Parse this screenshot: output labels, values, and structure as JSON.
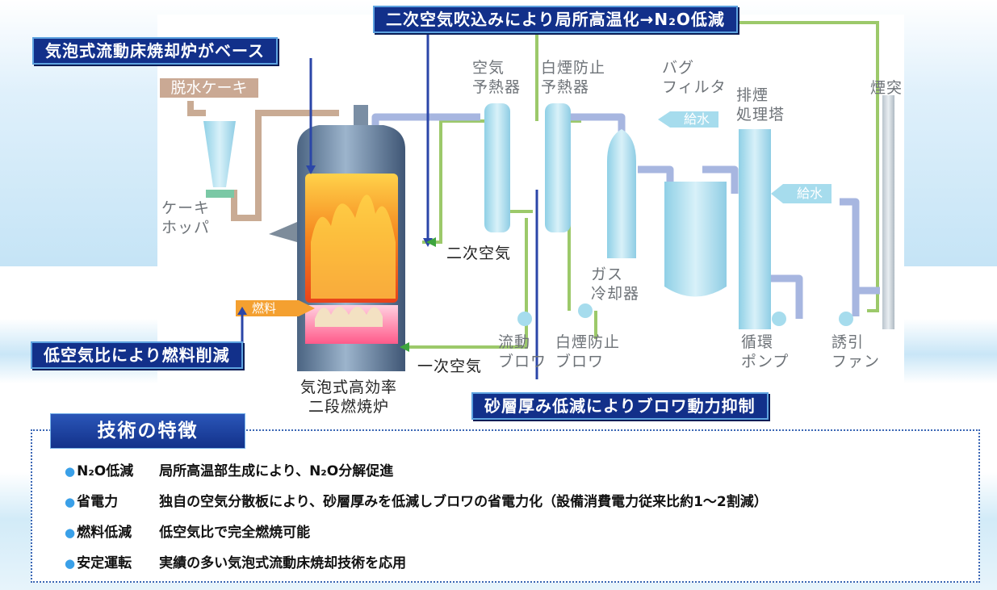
{
  "banners": {
    "secondary_air_blowing": "二次空気吹込みにより局所高温化→N₂O低減",
    "base_furnace": "気泡式流動床焼却炉がベース",
    "low_air_ratio": "低空気比により燃料削減",
    "sand_layer": "砂層厚み低減によりブロワ動力抑制"
  },
  "equipment": {
    "dewatered_cake": "脱水ケーキ",
    "cake_hopper": "ケーキ\nホッパ",
    "fuel": "燃料",
    "air_preheater": "空気\n予熱器",
    "white_smoke_preheater": "白煙防止\n予熱器",
    "bag_filter": "バグ\nフィルタ",
    "flue_gas_tower": "排煙\n処理塔",
    "chimney": "煙突",
    "water_supply_1": "給水",
    "water_supply_2": "給水",
    "secondary_air": "二次空気",
    "primary_air": "一次空気",
    "gas_cooler": "ガス\n冷却器",
    "fluid_blower": "流動\nブロワ",
    "white_smoke_blower": "白煙防止\nブロワ",
    "circulation_pump": "循環\nポンプ",
    "induced_fan": "誘引\nファン",
    "furnace": "気泡式高効率\n二段燃焼炉"
  },
  "features": {
    "title": "技術の特徴",
    "bullet": "●",
    "items": [
      {
        "name": "N₂O低減",
        "desc": "局所高温部生成により、N₂O分解促進"
      },
      {
        "name": "省電力",
        "desc": "独自の空気分散板により、砂層厚みを低減しブロワの省電力化（設備消費電力従来比約1～2割減）"
      },
      {
        "name": "燃料低減",
        "desc": "低空気比で完全燃焼可能"
      },
      {
        "name": "安定運転",
        "desc": "実績の多い気泡式流動床焼却技術を応用"
      }
    ]
  },
  "colors": {
    "banner_bg": "#12308a",
    "flow_green": "#9cc96a",
    "flow_purple": "#a7b6e0",
    "flow_tan": "#c9ab94",
    "equipment_blue": "#a6dced",
    "fuel_orange": "#f4a030",
    "dark_arrow_blue": "#2b46a8"
  }
}
